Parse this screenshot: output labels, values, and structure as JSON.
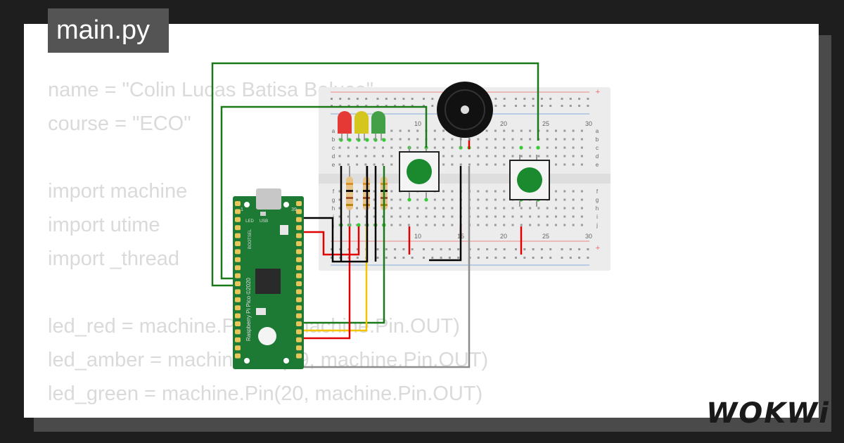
{
  "file_tab": {
    "label": "main.py"
  },
  "code_lines": [
    "name = \"Colin Lucas Batisa Beluco\"",
    "course = \"ECO\"",
    "",
    "import machine",
    "import utime",
    "import _thread",
    "",
    "led_red = machine.Pin(18, machine.Pin.OUT)",
    "led_amber = machine.Pin(19, machine.Pin.OUT)",
    "led_green = machine.Pin(20, machine.Pin.OUT)"
  ],
  "breadboard": {
    "column_labels": [
      "10",
      "15",
      "20",
      "25",
      "30"
    ],
    "row_labels_top": [
      "a",
      "b",
      "c",
      "d",
      "e"
    ],
    "row_labels_bottom": [
      "f",
      "g",
      "h",
      "i",
      "j"
    ],
    "plus_sign": "+"
  },
  "pico": {
    "pin_labels": [
      "LED",
      "USB",
      "BOOTSEL"
    ],
    "corner_numbers": [
      "1",
      "39"
    ],
    "board_text": "Raspberry Pi Pico ©2020"
  },
  "components": {
    "led_colors": [
      "#e53935",
      "#d4c61c",
      "#43a047"
    ],
    "button_color": "#1b8a2f",
    "wire_colors": {
      "green": "#1a7a1a",
      "black": "#000000",
      "red": "#e00000",
      "yellow": "#f2c500",
      "gray": "#8c8c8c"
    }
  },
  "brand": {
    "logo": "WOKWi"
  }
}
